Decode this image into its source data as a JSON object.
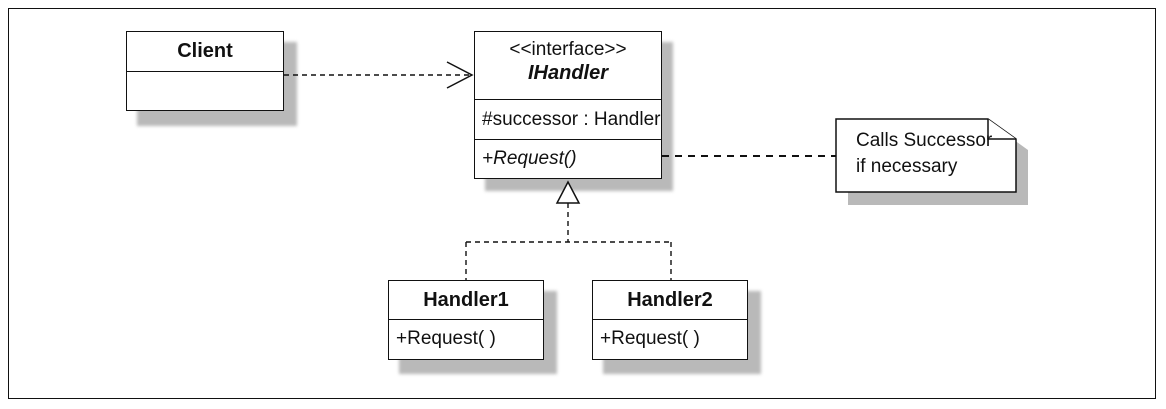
{
  "client": {
    "name": "Client"
  },
  "ihandler": {
    "stereotype": "<<interface>>",
    "name": "IHandler",
    "attribute": "#successor : Handler",
    "operation": "+Request()"
  },
  "handler1": {
    "name": "Handler1",
    "operation": "+Request( )"
  },
  "handler2": {
    "name": "Handler2",
    "operation": "+Request( )"
  },
  "note": {
    "line1": "Calls Successor",
    "line2": "if necessary"
  }
}
